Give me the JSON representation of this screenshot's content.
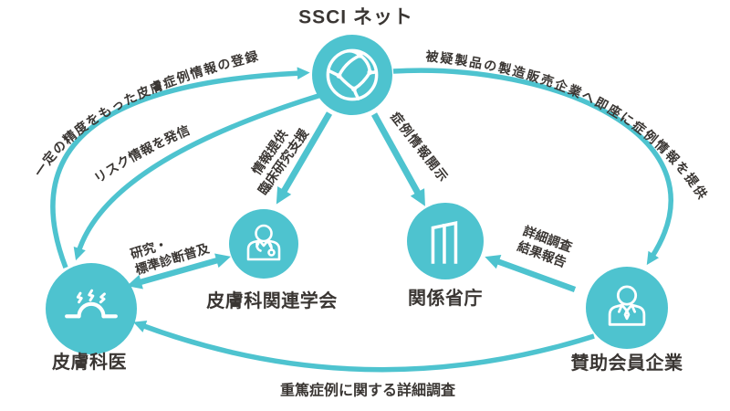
{
  "diagram": {
    "title": "SSCI ネット",
    "accent_color": "#4EC3CF",
    "text_color": "#3A3633",
    "background_color": "#FFFFFF",
    "nodes": {
      "hub": {
        "label": "SSCI ネット",
        "icon": "globe-network-icon"
      },
      "society": {
        "label": "皮膚科関連学会",
        "icon": "doctor-icon"
      },
      "ministry": {
        "label": "関係省庁",
        "icon": "building-icon"
      },
      "dermatologist": {
        "label": "皮膚科医",
        "icon": "skin-symptom-icon"
      },
      "company": {
        "label": "賛助会員企業",
        "icon": "business-person-icon"
      }
    },
    "edges": {
      "register": {
        "from": "dermatologist",
        "to": "hub",
        "label": "一定の精度をもった皮膚症例情報の登録"
      },
      "risk": {
        "from": "hub",
        "to": "dermatologist",
        "label": "リスク情報を発信"
      },
      "support": {
        "from": "hub",
        "to": "society",
        "lines": [
          "情報提供",
          "臨床研究支援"
        ]
      },
      "disclose": {
        "from": "hub",
        "to": "ministry",
        "label": "症例情報開示"
      },
      "provide": {
        "from": "hub",
        "to": "company",
        "label": "被疑製品の製造販売企業へ即座に症例情報を提供"
      },
      "research": {
        "between": [
          "dermatologist",
          "society"
        ],
        "bidirectional": true,
        "lines": [
          "研究・",
          "標準診断普及"
        ]
      },
      "report": {
        "from": "company",
        "to": "ministry",
        "lines": [
          "詳細調査",
          "結果報告"
        ]
      },
      "investigate": {
        "from": "company",
        "to": "dermatologist",
        "label": "重篤症例に関する詳細調査"
      }
    }
  }
}
